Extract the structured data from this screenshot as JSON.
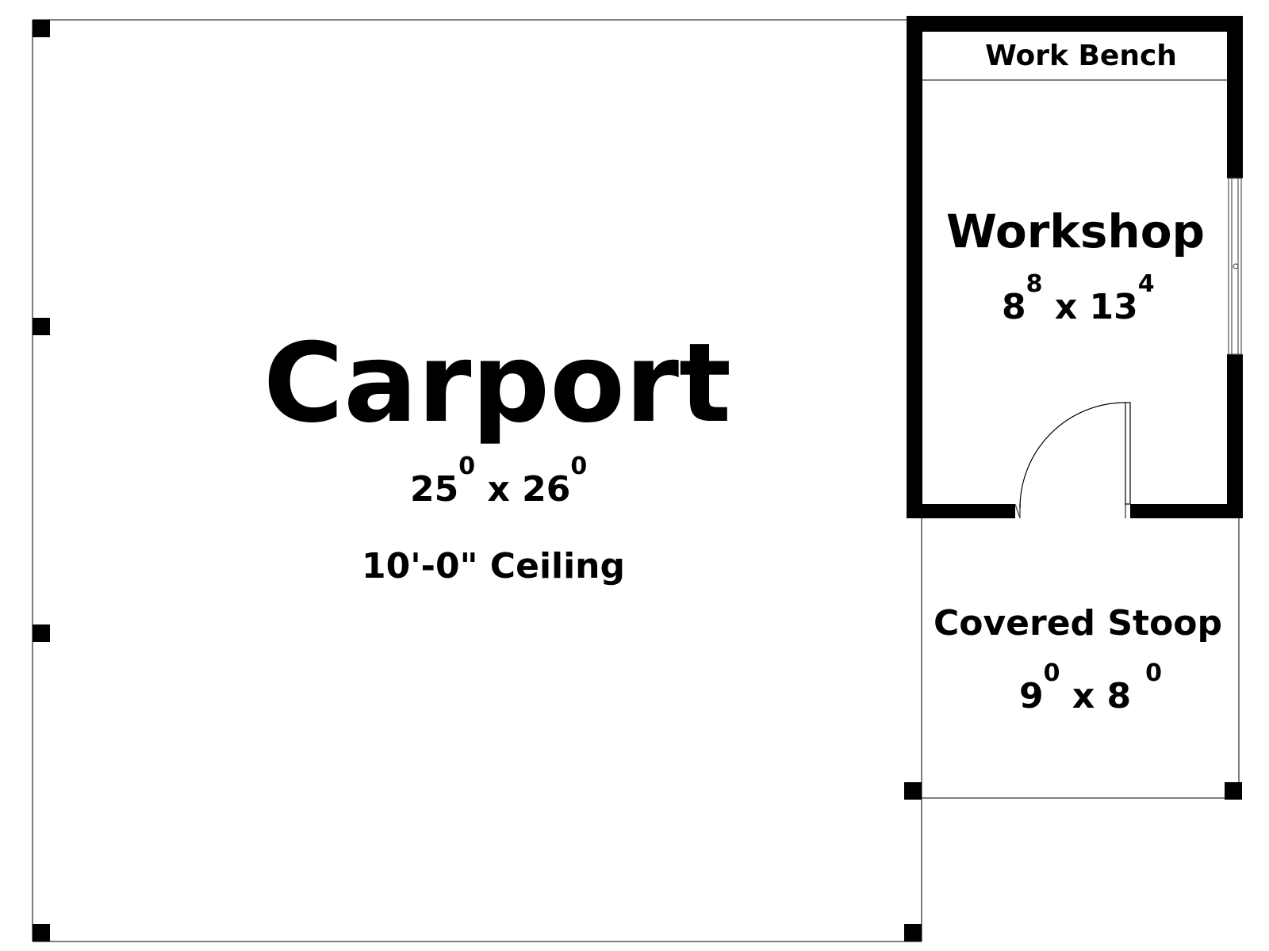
{
  "carport": {
    "name": "Carport",
    "dim_width": "25",
    "dim_width_sup": "0",
    "dim_sep": "x",
    "dim_length": "26",
    "dim_length_sup": "0",
    "ceiling": "10'-0\" Ceiling"
  },
  "workshop": {
    "name": "Workshop",
    "dim_width": "8",
    "dim_width_sup": "8",
    "dim_sep": "x",
    "dim_length": "13",
    "dim_length_sup": "4",
    "work_bench": "Work Bench"
  },
  "covered_stoop": {
    "name": "Covered Stoop",
    "dim_width": "9",
    "dim_width_sup": "0",
    "dim_sep": "x",
    "dim_length": "8",
    "dim_length_sup": "0"
  },
  "colors": {
    "wall": "#000000",
    "line": "#555555",
    "background": "#ffffff"
  }
}
